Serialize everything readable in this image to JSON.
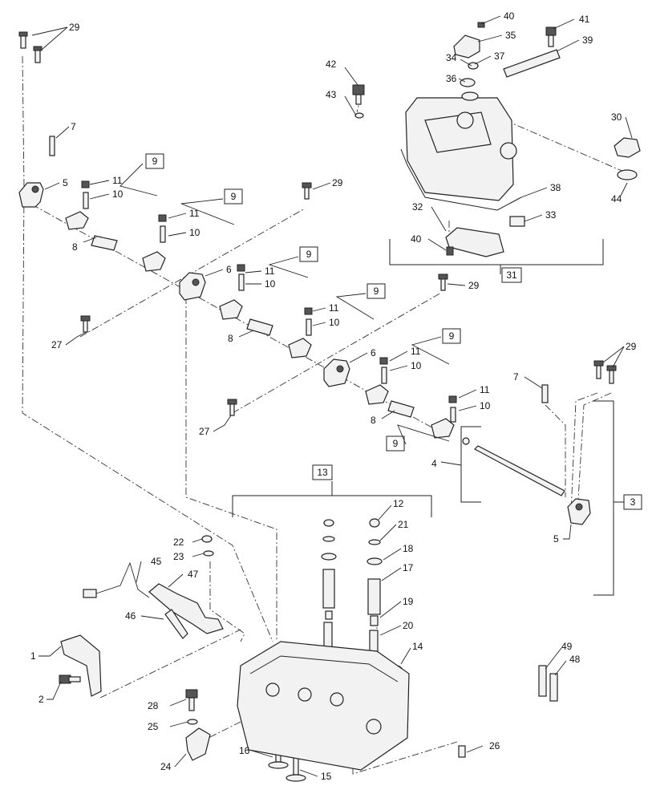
{
  "callouts": {
    "c1": "1",
    "c2": "2",
    "c3": "3",
    "c4": "4",
    "c5a": "5",
    "c5b": "5",
    "c6a": "6",
    "c6b": "6",
    "c7a": "7",
    "c7b": "7",
    "c8a": "8",
    "c8b": "8",
    "c8c": "8",
    "c9a": "9",
    "c9b": "9",
    "c9c": "9",
    "c9d": "9",
    "c9e": "9",
    "c9f": "9",
    "c10a": "10",
    "c10b": "10",
    "c10c": "10",
    "c10d": "10",
    "c10e": "10",
    "c10f": "10",
    "c11a": "11",
    "c11b": "11",
    "c11c": "11",
    "c11d": "11",
    "c11e": "11",
    "c11f": "11",
    "c12": "12",
    "c13": "13",
    "c14": "14",
    "c15": "15",
    "c16": "16",
    "c17": "17",
    "c18": "18",
    "c19": "19",
    "c20": "20",
    "c21": "21",
    "c22": "22",
    "c23": "23",
    "c24": "24",
    "c25": "25",
    "c26": "26",
    "c27a": "27",
    "c27b": "27",
    "c28": "28",
    "c29a": "29",
    "c29b": "29",
    "c29c": "29",
    "c29d": "29",
    "c30": "30",
    "c31": "31",
    "c32": "32",
    "c33": "33",
    "c34": "34",
    "c35": "35",
    "c36": "36",
    "c37": "37",
    "c38": "38",
    "c39": "39",
    "c40a": "40",
    "c40b": "40",
    "c41": "41",
    "c42": "42",
    "c43": "43",
    "c44": "44",
    "c45": "45",
    "c46": "46",
    "c47": "47",
    "c48": "48",
    "c49": "49"
  }
}
